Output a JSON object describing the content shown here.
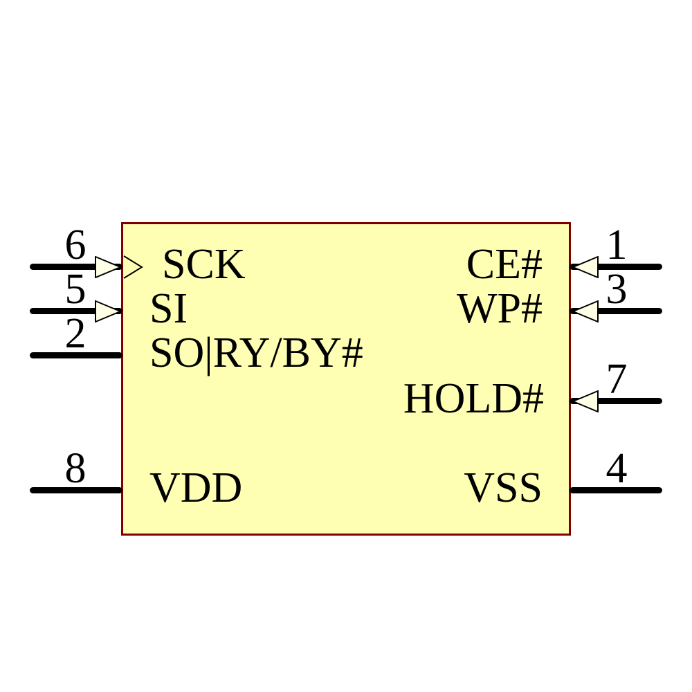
{
  "component": {
    "kind": "ic-schematic-symbol",
    "colors": {
      "body_fill": "#FFFFB3",
      "body_border": "#800000",
      "arrow_fill": "#FFFFE6",
      "wire": "#000000",
      "text": "#000000",
      "page_background": "#FFFFFF"
    }
  },
  "pins": {
    "left": [
      {
        "number": "6",
        "label": "SCK",
        "arrow_icon": "input-arrow-icon",
        "clock_icon": "clock-input-icon"
      },
      {
        "number": "5",
        "label": "SI",
        "arrow_icon": "input-arrow-icon"
      },
      {
        "number": "2",
        "label": "SO|RY/BY#"
      },
      {
        "number": "8",
        "label": "VDD"
      }
    ],
    "right": [
      {
        "number": "1",
        "label": "CE#",
        "arrow_icon": "input-arrow-icon"
      },
      {
        "number": "3",
        "label": "WP#",
        "arrow_icon": "input-arrow-icon"
      },
      {
        "number": "7",
        "label": "HOLD#",
        "arrow_icon": "input-arrow-icon"
      },
      {
        "number": "4",
        "label": "VSS"
      }
    ]
  }
}
